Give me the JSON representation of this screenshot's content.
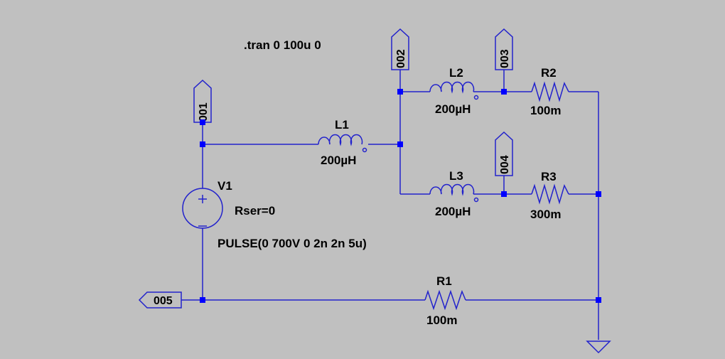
{
  "directive": ".tran 0 100u 0",
  "nets": {
    "n001": "001",
    "n002": "002",
    "n003": "003",
    "n004": "004",
    "n005": "005"
  },
  "components": {
    "V1": {
      "name": "V1",
      "rser": "Rser=0",
      "value": "PULSE(0 700V 0 2n 2n 5u)"
    },
    "L1": {
      "name": "L1",
      "value": "200µH"
    },
    "L2": {
      "name": "L2",
      "value": "200µH"
    },
    "L3": {
      "name": "L3",
      "value": "200µH"
    },
    "R1": {
      "name": "R1",
      "value": "100m"
    },
    "R2": {
      "name": "R2",
      "value": "100m"
    },
    "R3": {
      "name": "R3",
      "value": "300m"
    }
  },
  "colors": {
    "background": "#c0c0c0",
    "wire": "#2222cc",
    "junction": "#0000ff",
    "text": "#000000"
  }
}
